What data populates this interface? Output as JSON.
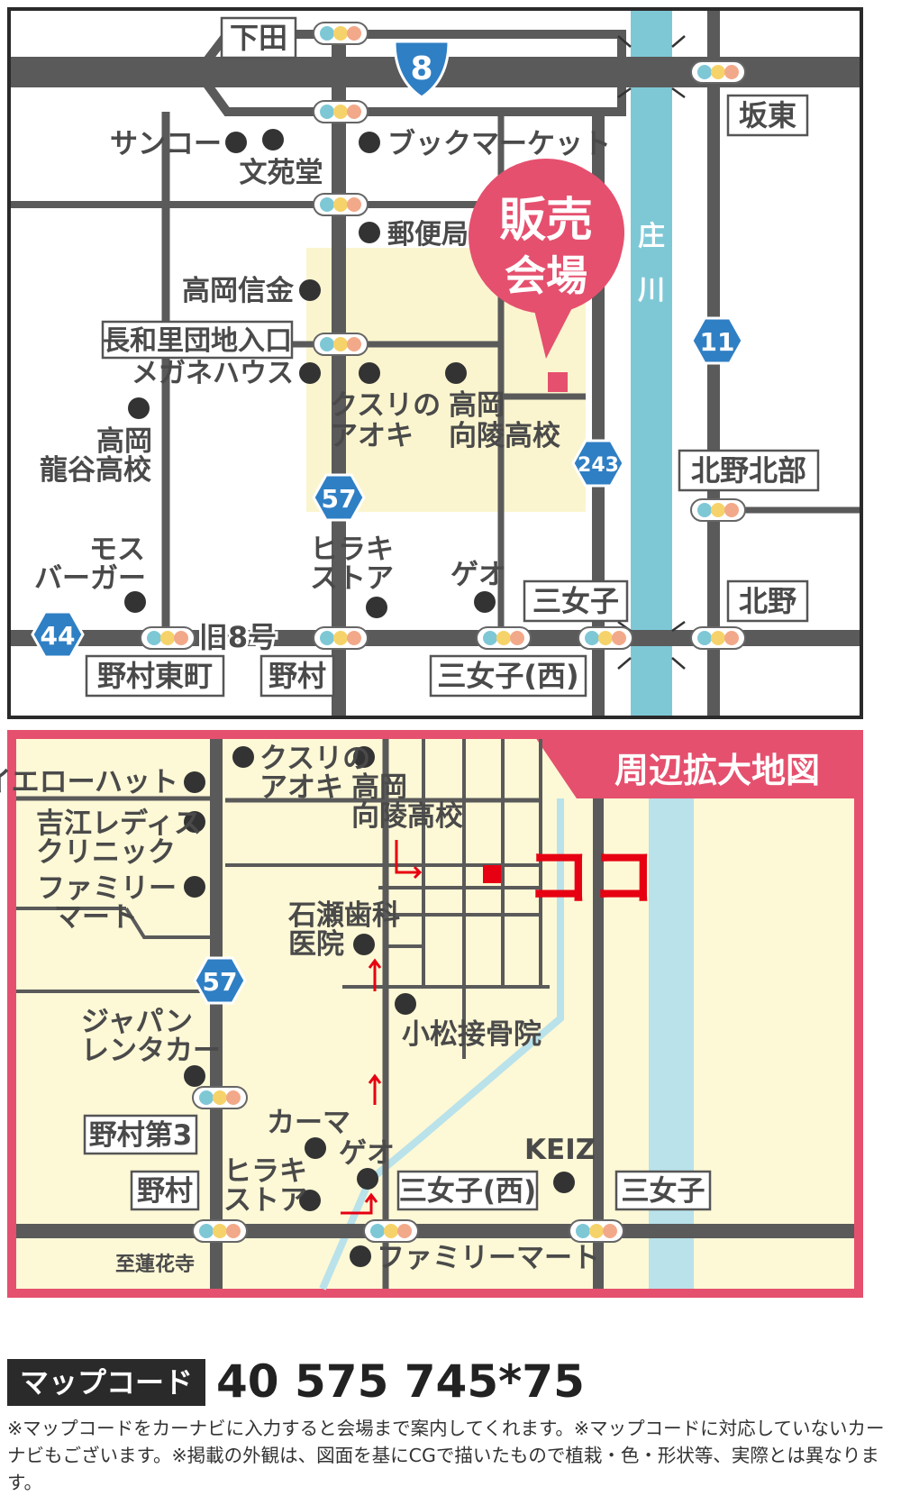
{
  "top_map": {
    "route_badges": {
      "r8": "8",
      "r11": "11",
      "r243": "243",
      "r57": "57",
      "r44": "44"
    },
    "intersections": {
      "shimoda": "下田",
      "bando": "坂東",
      "nagawari": "長和里団地入口",
      "kitanokitabe": "北野北部",
      "sannagoko": "三女子",
      "kitano": "北野",
      "nomurahigashi": "野村東町",
      "nomura": "野村",
      "sannagoko_nishi": "三女子(西)"
    },
    "road_label": "旧8号",
    "river_label": [
      "庄",
      "川"
    ],
    "places": {
      "sanko": "サンコー",
      "bunendo": "文苑堂",
      "bookmarket": "ブックマーケット",
      "post": "郵便局",
      "shinkin": "高岡信金",
      "meganehouse": "メガネハウス",
      "aoki": [
        "クスリの",
        "アオキ"
      ],
      "koryo": [
        "高岡",
        "向陵高校"
      ],
      "ryukoku": [
        "高岡",
        "龍谷高校"
      ],
      "mos": [
        "モス",
        "バーガー"
      ],
      "hiraki": [
        "ヒラキ",
        "ストア"
      ],
      "geo": "ゲオ"
    },
    "venue_callout": [
      "販売",
      "会場"
    ]
  },
  "bottom_map": {
    "title": "周辺拡大地図",
    "koko": "ココ",
    "route_badge": "57",
    "intersections": {
      "nomura3": "野村第3",
      "nomura": "野村",
      "sannagoko_nishi": "三女子(西)",
      "sannagoko": "三女子"
    },
    "places": {
      "aoki": [
        "クスリの",
        "アオキ"
      ],
      "koryo": [
        "高岡",
        "向陵高校"
      ],
      "yellowhat": "イエローハット",
      "yoshie": [
        "吉江レディス",
        "クリニック"
      ],
      "familymart1": [
        "ファミリー",
        "マート"
      ],
      "ishise": [
        "石瀬歯科",
        "医院"
      ],
      "komatsu": "小松接骨院",
      "japan": [
        "ジャパン",
        "レンタカー"
      ],
      "kama": "カーマ",
      "geo": "ゲオ",
      "hiraki": [
        "ヒラキ",
        "ストア"
      ],
      "keiz": "KEIZ",
      "familymart2": "ファミリーマート",
      "renge": "至蓮花寺"
    }
  },
  "footer": {
    "map_code_label": "マップコード",
    "map_code": "40 575 745*75",
    "notes": "※マップコードをカーナビに入力すると会場まで案内してくれます。※マップコードに対応していないカーナビもございます。※掲載の外観は、図面を基にCGで描いたもので植栽・色・形状等、実際とは異なります。"
  },
  "colors": {
    "road": "#5a5a5a",
    "river": "#7ec8d6",
    "accent_pink": "#e5506e",
    "area": "#fbf5cf",
    "koko_red": "#e60012"
  }
}
